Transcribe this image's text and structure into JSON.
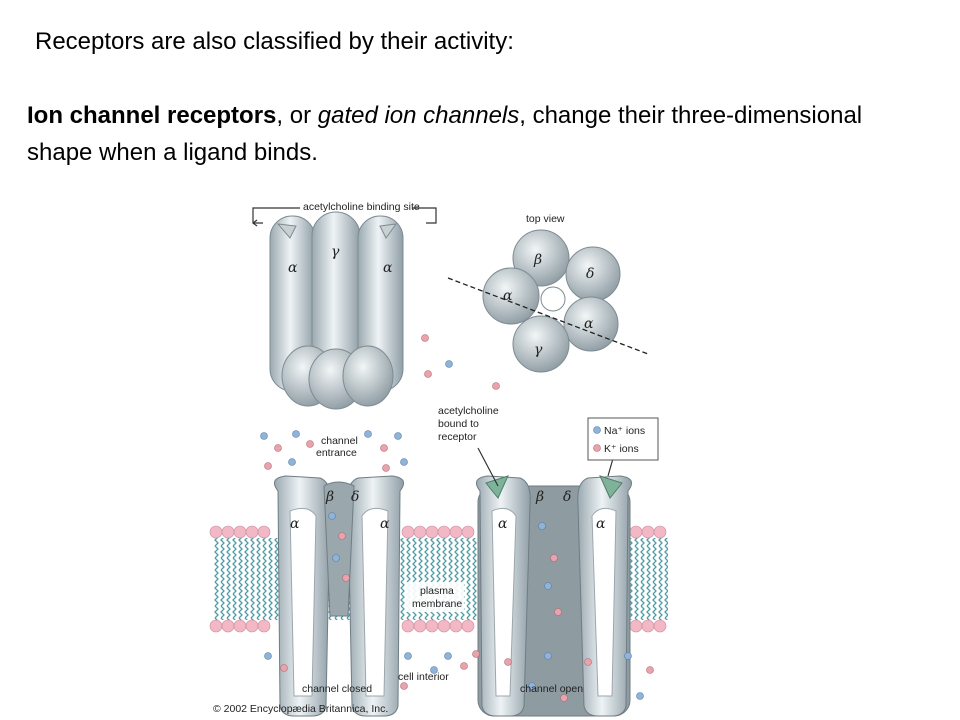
{
  "slide": {
    "title": "Receptors are also classified by their activity:",
    "body": {
      "term_bold": "Ion channel receptors",
      "sep1": ", or ",
      "term_italic": "gated ion channels",
      "rest": ", change their three-dimensional shape when a ligand binds."
    }
  },
  "figure": {
    "labels": {
      "binding_site": "acetylcholine binding site",
      "top_view": "top view",
      "channel_entrance_1": "channel",
      "channel_entrance_2": "entrance",
      "ach_bound_1": "acetylcholine",
      "ach_bound_2": "bound to",
      "ach_bound_3": "receptor",
      "plasma_1": "plasma",
      "plasma_2": "membrane",
      "cell_interior": "cell interior",
      "channel_closed": "channel closed",
      "channel_open": "channel open",
      "copyright": "© 2002 Encyclopædia Britannica, Inc."
    },
    "legend": {
      "na": "Na⁺ ions",
      "k": "K⁺ ions"
    },
    "subunits": {
      "alpha": "α",
      "beta": "β",
      "gamma": "γ",
      "delta": "δ"
    },
    "colors": {
      "na_ion": "#8fb3d9",
      "k_ion": "#e8a3ad",
      "protein": "#c9d3d8",
      "membrane_head": "#f2b8c6",
      "membrane_tail": "#6fb3b8"
    }
  }
}
